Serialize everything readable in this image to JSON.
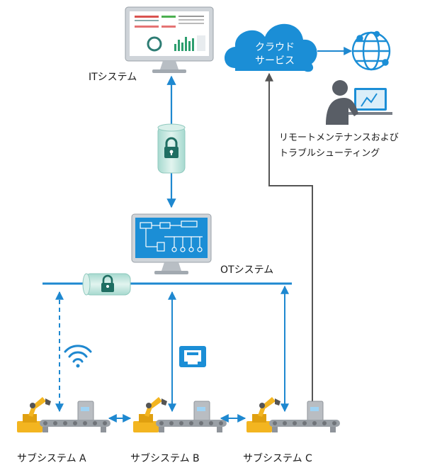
{
  "labels": {
    "it_system": "ITシステム",
    "ot_system": "OTシステム",
    "cloud_line1": "クラウド",
    "cloud_line2": "サービス",
    "remote_line1": "リモートメンテナンスおよび",
    "remote_line2": "トラブルシューティング",
    "subsystem_a": "サブシステム A",
    "subsystem_b": "サブシステム B",
    "subsystem_c": "サブシステム C"
  },
  "colors": {
    "link_blue": "#1e88d0",
    "cloud_blue": "#1b8ed6",
    "secure_teal": "#bfe6df",
    "lock_green": "#1f6e62",
    "remote_gray": "#555555",
    "robot_yellow": "#f3b520",
    "machine_gray": "#a9adb3"
  },
  "icons": {
    "it_monitor": "dashboard-monitor-icon",
    "ot_monitor": "process-diagram-monitor-icon",
    "cloud": "cloud-icon",
    "globe": "globe-icon",
    "operator": "remote-operator-icon",
    "lock": "lock-icon",
    "wifi": "wifi-icon",
    "ethernet": "ethernet-port-icon",
    "robot": "robot-arm-icon"
  }
}
